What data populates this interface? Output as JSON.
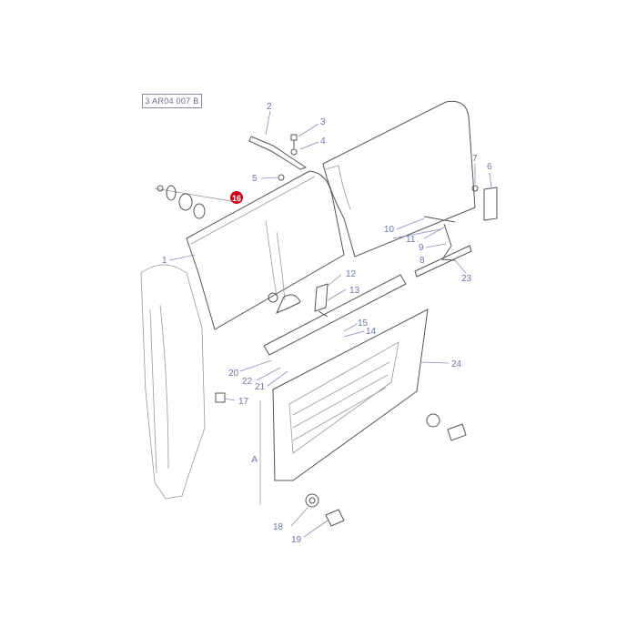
{
  "diagram": {
    "reference_code": "3 AR04 007 B",
    "highlight_color": "#d0021b",
    "callout_color": "#6f76a8",
    "dimension_label": "A",
    "callouts": [
      {
        "id": "1",
        "label": "1"
      },
      {
        "id": "2",
        "label": "2"
      },
      {
        "id": "3",
        "label": "3"
      },
      {
        "id": "4",
        "label": "4"
      },
      {
        "id": "5",
        "label": "5"
      },
      {
        "id": "6",
        "label": "6"
      },
      {
        "id": "7",
        "label": "7"
      },
      {
        "id": "8",
        "label": "8"
      },
      {
        "id": "9",
        "label": "9"
      },
      {
        "id": "10",
        "label": "10"
      },
      {
        "id": "11",
        "label": "11"
      },
      {
        "id": "12",
        "label": "12"
      },
      {
        "id": "13",
        "label": "13"
      },
      {
        "id": "14",
        "label": "14"
      },
      {
        "id": "15",
        "label": "15"
      },
      {
        "id": "16",
        "label": "16",
        "highlighted": true
      },
      {
        "id": "17",
        "label": "17"
      },
      {
        "id": "18",
        "label": "18"
      },
      {
        "id": "19",
        "label": "19"
      },
      {
        "id": "20",
        "label": "20"
      },
      {
        "id": "21",
        "label": "21"
      },
      {
        "id": "22",
        "label": "22"
      },
      {
        "id": "23",
        "label": "23"
      },
      {
        "id": "24",
        "label": "24"
      }
    ]
  }
}
